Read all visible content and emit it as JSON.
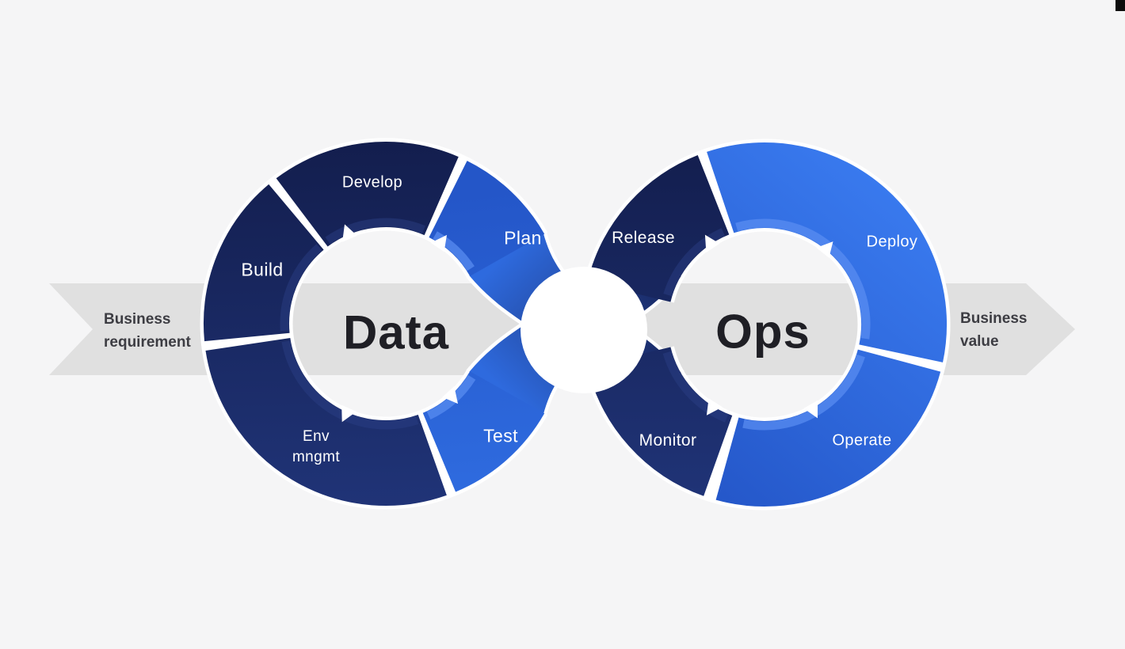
{
  "diagram": {
    "left_loop": {
      "center_label": "Data",
      "segments": {
        "develop": "Develop",
        "plan": "Plan",
        "build": "Build",
        "env": "Env mngmt",
        "test": "Test"
      }
    },
    "right_loop": {
      "center_label": "Ops",
      "segments": {
        "release": "Release",
        "deploy": "Deploy",
        "operate": "Operate",
        "monitor": "Monitor"
      }
    },
    "input_arrow_label": "Business requirement",
    "output_arrow_label": "Business value",
    "colors": {
      "background": "#f5f5f6",
      "band": "#e0e0e0",
      "band_text": "#3d3d43",
      "center_text": "#1f1f25",
      "segment_text": "#ffffff",
      "white": "#ffffff",
      "navy_top": "#131e4e",
      "navy_bottom": "#203478",
      "navy_mid": "#18255c",
      "blue_dark": "#2456c8",
      "blue_mid": "#2e6ade",
      "blue_light": "#3b7df2",
      "rim_blue": "#5b8ef2",
      "rim_navy": "#2c4088"
    }
  }
}
